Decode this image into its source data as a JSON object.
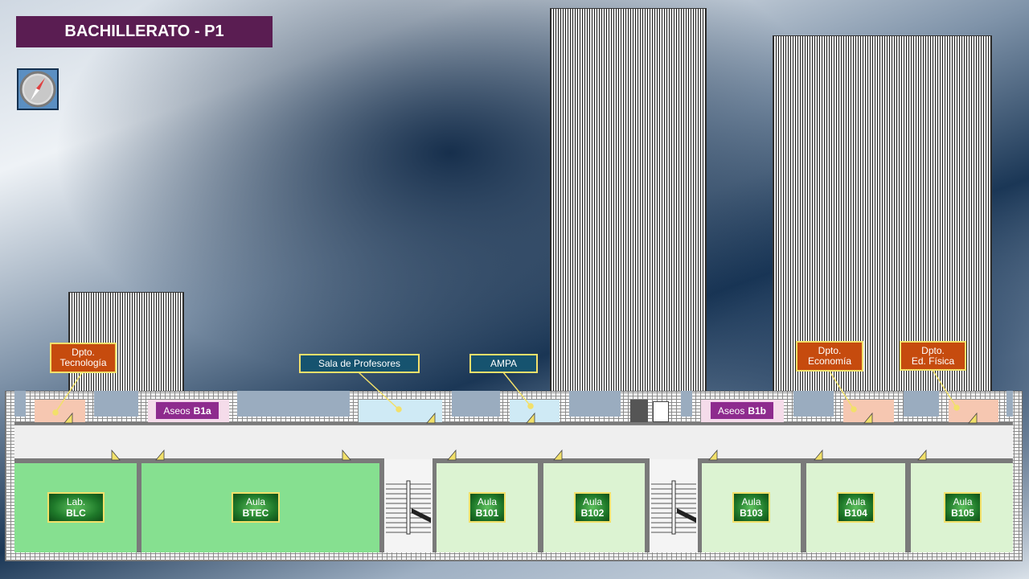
{
  "title": "BACHILLERATO - P1",
  "icons": {
    "compass": "compass-icon",
    "door": "door-marker-icon",
    "stairs": "stairs-icon"
  },
  "colors": {
    "title_bg": "#5a1d52",
    "department": "#c64b0e",
    "common_room": "#16536f",
    "restroom": "#8e2b8e",
    "classroom_label": "#1f7a2a",
    "room_dark_green": "#86e090",
    "room_light_green": "#dcf3d2",
    "marker": "#f2e06a"
  },
  "departments": [
    {
      "line1": "Dpto.",
      "line2": "Tecnología"
    },
    {
      "line1": "Dpto.",
      "line2": "Economía"
    },
    {
      "line1": "Dpto.",
      "line2": "Ed. Física"
    }
  ],
  "common_rooms": [
    {
      "label": "Sala de Profesores"
    },
    {
      "label": "AMPA"
    }
  ],
  "restrooms": [
    {
      "prefix": "Aseos",
      "code": "B1a"
    },
    {
      "prefix": "Aseos",
      "code": "B1b"
    }
  ],
  "classrooms": [
    {
      "type": "Lab.",
      "code": "BLC"
    },
    {
      "type": "Aula",
      "code": "BTEC"
    },
    {
      "type": "Aula",
      "code": "B101"
    },
    {
      "type": "Aula",
      "code": "B102"
    },
    {
      "type": "Aula",
      "code": "B103"
    },
    {
      "type": "Aula",
      "code": "B104"
    },
    {
      "type": "Aula",
      "code": "B105"
    }
  ]
}
